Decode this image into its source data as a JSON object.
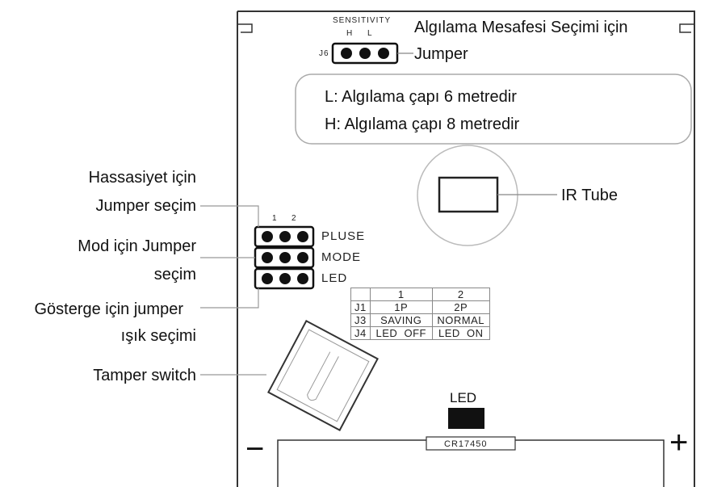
{
  "top_label_line1": "Algılama Mesafesi Seçimi için",
  "top_label_line2": "Jumper",
  "sensitivity": "SENSITIVITY",
  "sens_h": "H",
  "sens_l": "L",
  "j6": "J6",
  "box_line1": "L: Algılama çapı 6 metredir",
  "box_line2": "H: Algılama çapı 8 metredir",
  "ir_tube": "IR Tube",
  "left_labels": {
    "hassasiyet_1": "Hassasiyet için",
    "hassasiyet_2": "Jumper seçim",
    "mod_1": "Mod için Jumper",
    "mod_2": "seçim",
    "gosterge_1": "Gösterge için jumper",
    "gosterge_2": "ışık seçimi",
    "tamper": "Tamper switch"
  },
  "pin_numbers": [
    "1",
    "2"
  ],
  "pin_labels": [
    "PLUSE",
    "MODE",
    "LED"
  ],
  "jumper_table": {
    "header": [
      "",
      "1",
      "2"
    ],
    "rows": [
      [
        "J1",
        "1P",
        "2P"
      ],
      [
        "J3",
        "SAVING",
        "NORMAL"
      ],
      [
        "J4",
        "LED  OFF",
        "LED  ON"
      ]
    ]
  },
  "led": "LED",
  "model": "CR17450",
  "minus": "−",
  "plus": "+"
}
